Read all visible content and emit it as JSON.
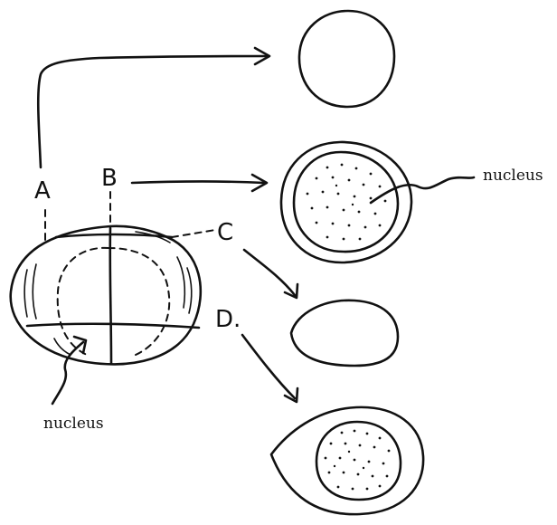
{
  "labels": {
    "a": "A",
    "b": "B",
    "c": "C",
    "d": "D.",
    "nucleus_left": "nucleus",
    "nucleus_right": "nucleus"
  }
}
